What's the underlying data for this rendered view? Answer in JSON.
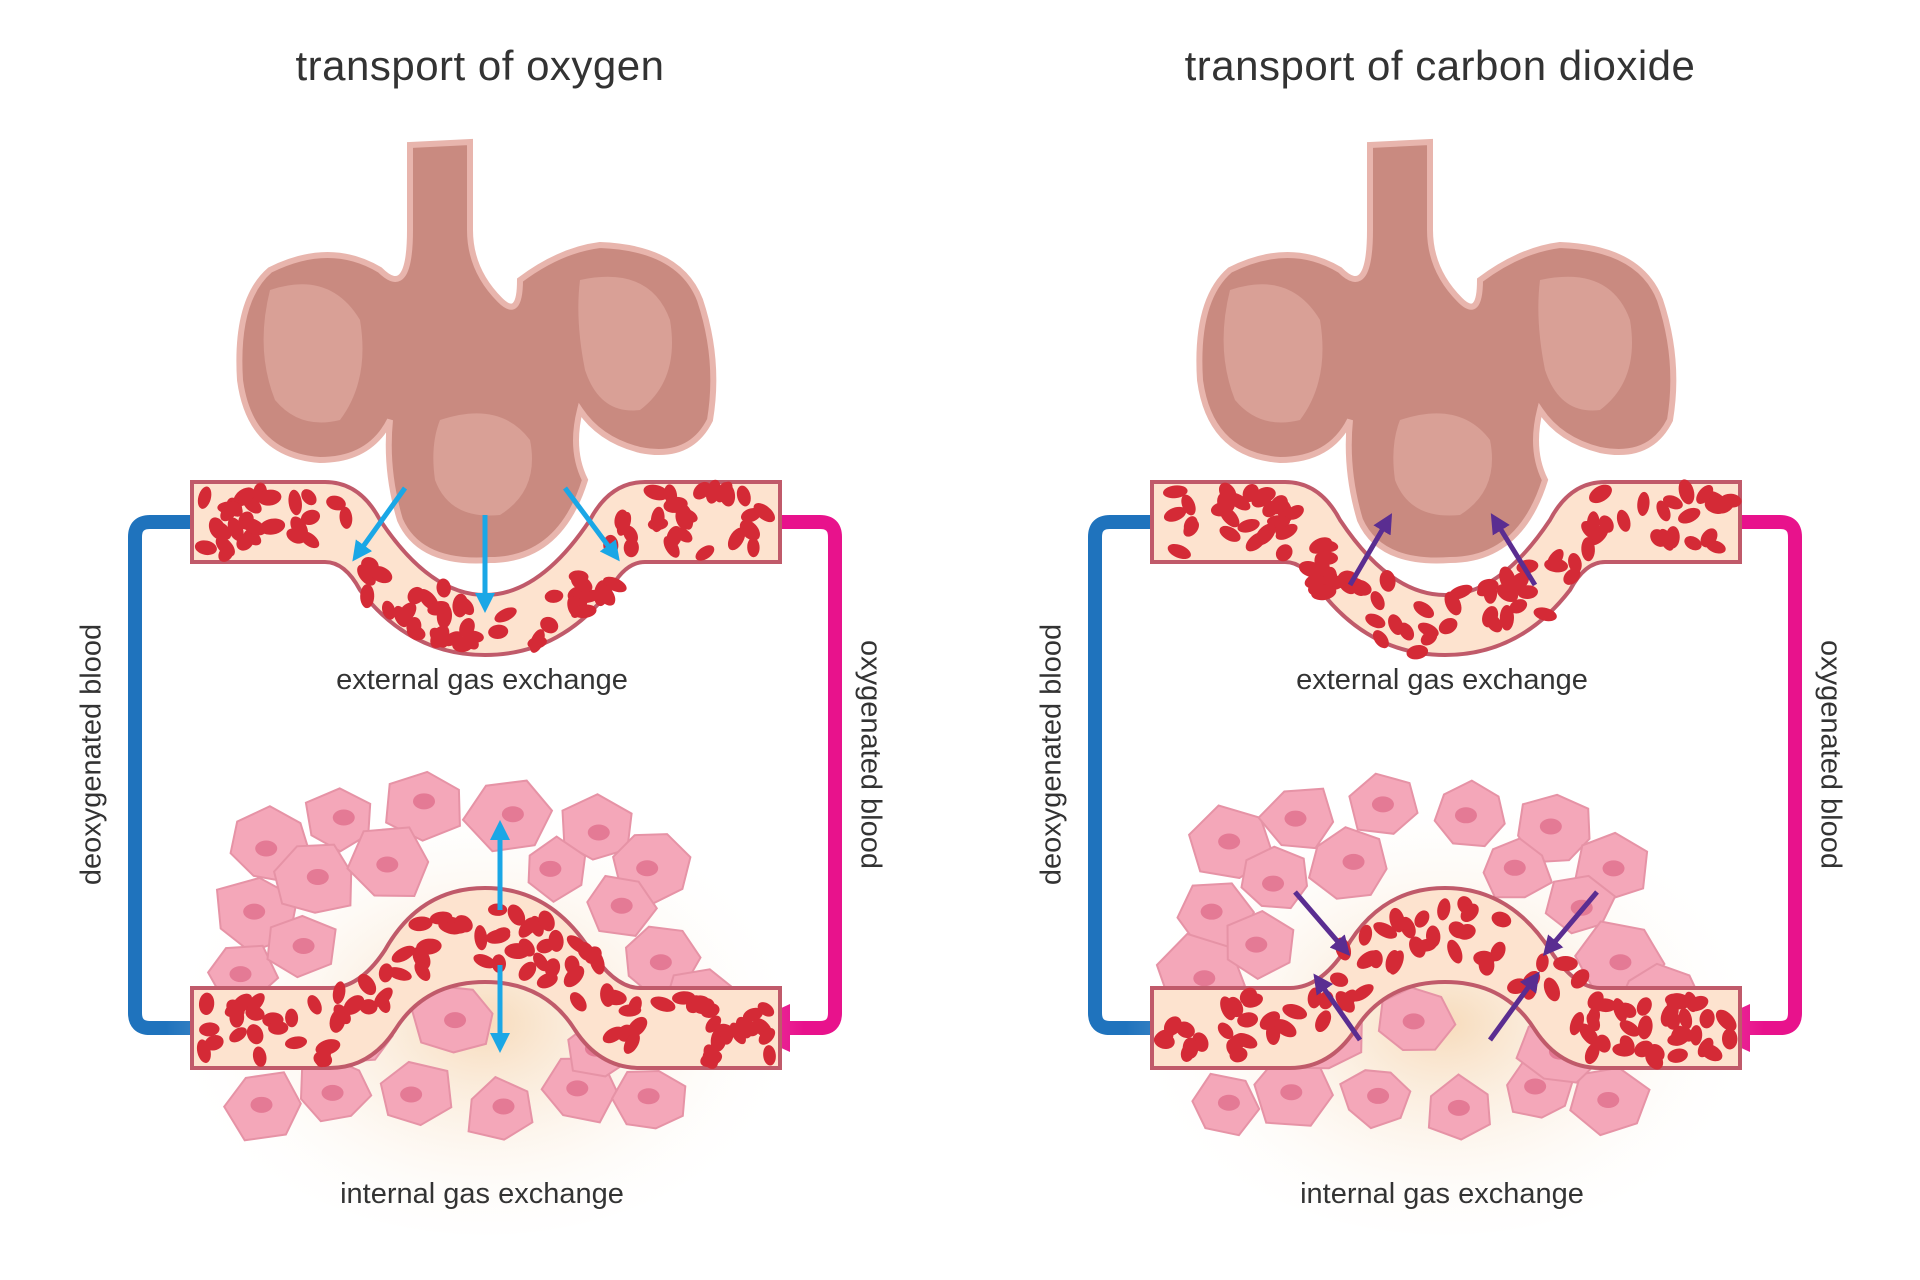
{
  "panels": [
    {
      "id": "oxygen",
      "title": "transport of oxygen",
      "external_label": "external gas exchange",
      "internal_label": "internal gas exchange",
      "left_vertical_label": "deoxygenated blood",
      "right_vertical_label": "oxygenated blood",
      "gas_arrow_color": "#1aa7e6"
    },
    {
      "id": "carbon-dioxide",
      "title": "transport of carbon dioxide",
      "external_label": "external gas exchange",
      "internal_label": "internal gas exchange",
      "left_vertical_label": "deoxygenated blood",
      "right_vertical_label": "oxygenated blood",
      "gas_arrow_color": "#5a2d91"
    }
  ],
  "colors": {
    "deoxygenated": "#1f73bd",
    "oxygenated": "#e8128c",
    "lung": "#c98a80",
    "lung_light": "#d9a096",
    "lung_outline": "#e8b5ad",
    "vessel_fill": "#fde3cf",
    "vessel_outline": "#c05a6a",
    "blood_cell": "#d42a36",
    "tissue_cell": "#f4a7b9",
    "tissue_nucleus": "#e47a95"
  }
}
